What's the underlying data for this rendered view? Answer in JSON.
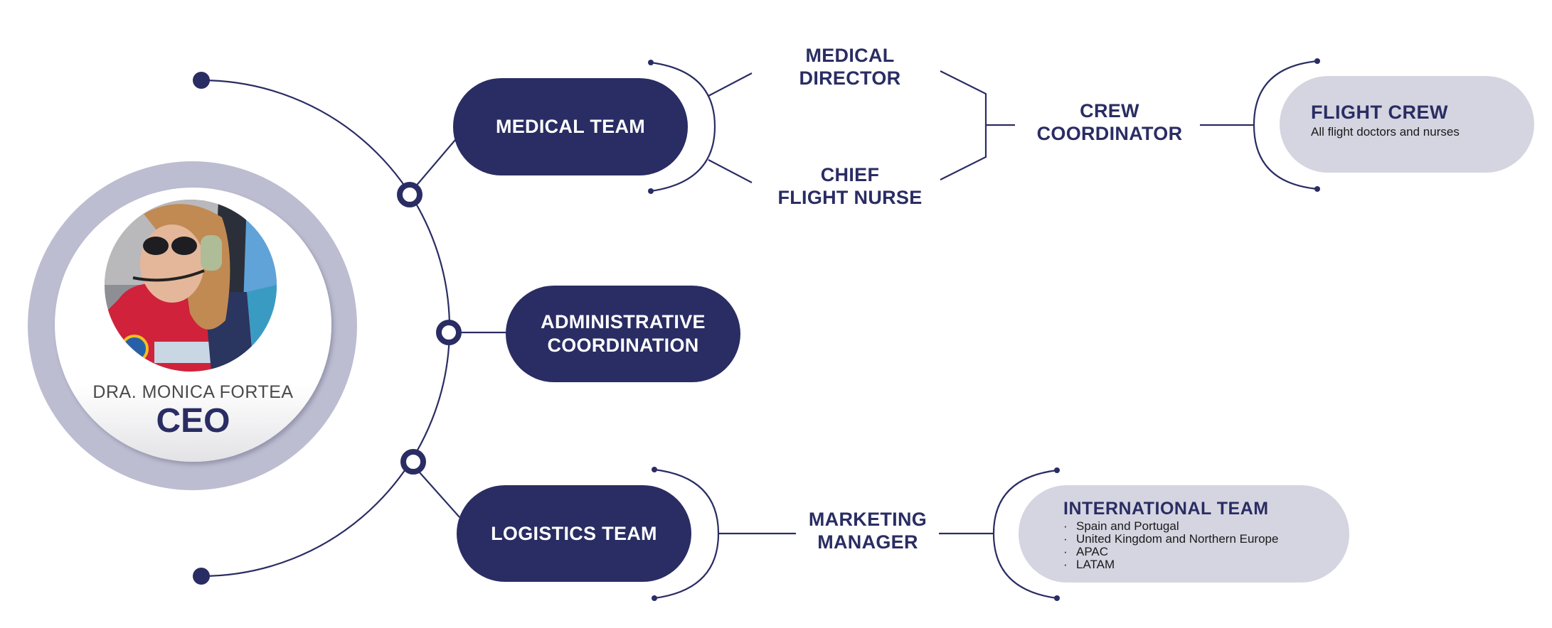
{
  "colors": {
    "primary": "#2a2d63",
    "light_pill": "#d5d5e1",
    "ceo_ring": "#bcbdd1",
    "connector": "#2a2d63"
  },
  "ceo": {
    "name": "DRA. MONICA FORTEA",
    "title": "CEO",
    "photo": "photo of CEO in helicopter wearing headset and sunglasses"
  },
  "departments": [
    {
      "id": "medical",
      "label": "MEDICAL TEAM"
    },
    {
      "id": "admin",
      "label_lines": [
        "ADMINISTRATIVE",
        "COORDINATION"
      ]
    },
    {
      "id": "logistics",
      "label": "LOGISTICS TEAM"
    }
  ],
  "medical_roles": {
    "medical_director": [
      "MEDICAL",
      "DIRECTOR"
    ],
    "chief_flight_nurse": [
      "CHIEF",
      "FLIGHT NURSE"
    ],
    "crew_coordinator": [
      "CREW",
      "COORDINATOR"
    ]
  },
  "flight_crew": {
    "title": "FLIGHT CREW",
    "subtitle": "All flight doctors and nurses"
  },
  "logistics_roles": {
    "marketing_manager": [
      "MARKETING",
      "MANAGER"
    ]
  },
  "international_team": {
    "title": "INTERNATIONAL TEAM",
    "bullet": "·",
    "regions": [
      "Spain and Portugal",
      "United Kingdom and Northern Europe",
      "APAC",
      "LATAM"
    ]
  }
}
